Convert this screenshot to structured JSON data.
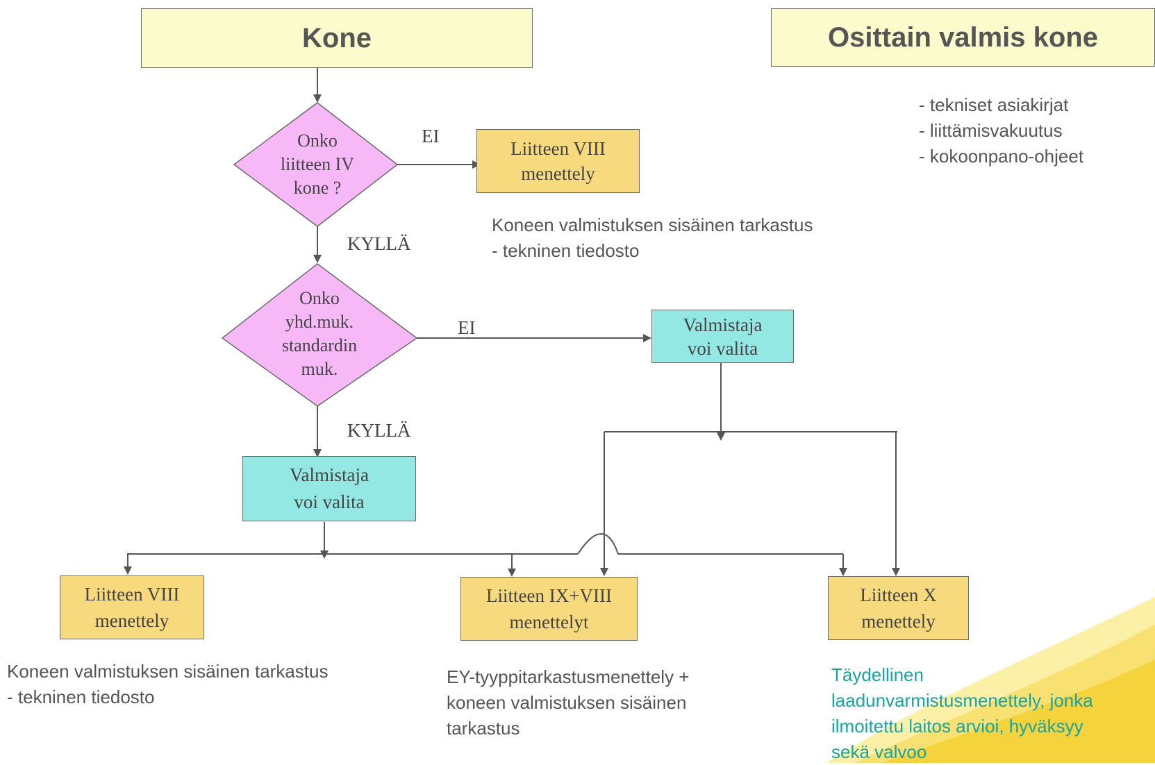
{
  "titles": {
    "kone": "Kone",
    "osittain": "Osittain valmis kone"
  },
  "osittain_list": [
    "- tekniset asiakirjat",
    "- liittämisvakuutus",
    "- kokoonpano-ohjeet"
  ],
  "decision1": [
    "Onko",
    "liitteen IV",
    "kone ?"
  ],
  "decision2": [
    "Onko",
    "yhd.muk.",
    "standardin",
    "muk."
  ],
  "labels": {
    "ei1": "EI",
    "kylla1": "KYLLÄ",
    "ei2": "EI",
    "kylla2": "KYLLÄ"
  },
  "boxes": {
    "liite8_top": [
      "Liitteen VIII",
      "menettely"
    ],
    "valmistaja_right": [
      "Valmistaja",
      "voi valita"
    ],
    "valmistaja_left": [
      "Valmistaja",
      "voi valita"
    ],
    "liite8_bottom": [
      "Liitteen VIII",
      "menettely"
    ],
    "liite9_8": [
      "Liitteen IX+VIII",
      "menettelyt"
    ],
    "liite10": [
      "Liitteen X",
      "menettely"
    ]
  },
  "notes": {
    "top_note": [
      "Koneen valmistuksen sisäinen tarkastus",
      "- tekninen tiedosto"
    ],
    "bottom_left": [
      "Koneen valmistuksen sisäinen tarkastus",
      "-  tekninen tiedosto"
    ],
    "bottom_mid": [
      "EY-tyyppitarkastusmenettely +",
      "koneen valmistuksen sisäinen",
      "tarkastus"
    ],
    "bottom_right": [
      "Täydellinen",
      "laadunvarmistusmenettely, jonka",
      "ilmoitettu laitos arvioi,  hyväksyy",
      "sekä valvoo"
    ]
  },
  "colors": {
    "title_fill": "#fbfbcb",
    "decision_fill": "#f7b8f7",
    "orange_fill": "#f8da7e",
    "cyan_fill": "#94e8e4",
    "teal_text": "#1aa3a3",
    "line": "#555555"
  }
}
